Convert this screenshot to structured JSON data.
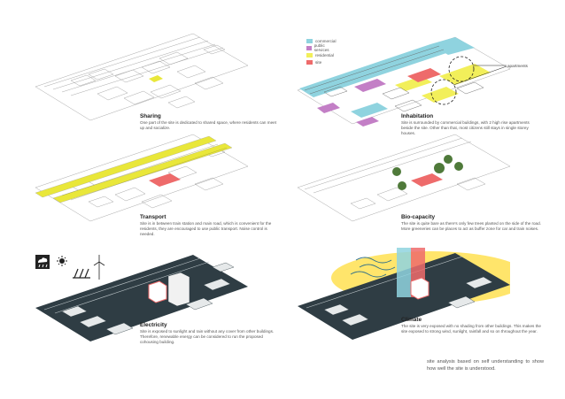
{
  "panels": [
    {
      "id": "sharing",
      "title": "Sharing",
      "text": "One part of the site is dedicated to shared space, where residents can meet up and socialize."
    },
    {
      "id": "inhabitation",
      "title": "Inhabitation",
      "text": "Site is surrounded by commercial buildings, with 2 high rise apartments beside the site. Other than that, most citizens still stays in single storey houses."
    },
    {
      "id": "transport",
      "title": "Transport",
      "text": "Site is in between train station and main road, which is convenient for the residents, they are encouraged to use public transport. Noise control is needed."
    },
    {
      "id": "bio",
      "title": "Bio-capacity",
      "text": "The site is quite bare as there's only few trees planted on the side of the road. More greeneries can be places to act as buffer zone for car and train noises."
    },
    {
      "id": "electricity",
      "title": "Electricity",
      "text": "Site is exposed to sunlight and rain without any cover from other buildings. Therefore, renewable energy can be considered to run the proposed cohousing building."
    },
    {
      "id": "climate",
      "title": "Climate",
      "text": "The site is very exposed with no shading from other buildings. This makes the site exposed to strong wind, sunlight, rainfall and so on throughout the year."
    }
  ],
  "legend": [
    {
      "label": "commercial",
      "color": "#8fd3df"
    },
    {
      "label": "public services",
      "color": "#c37fc6"
    },
    {
      "label": "residential",
      "color": "#f2ef5a"
    },
    {
      "label": "site",
      "color": "#ee6b6b"
    }
  ],
  "annotation": "apartments",
  "footnote": "site analysis based on self understanding to show how well the site is understood.",
  "colors": {
    "line": "#9a9a9a",
    "dark": "#2f3d44",
    "yellow": "#e9e73a",
    "site": "#ee6b6b",
    "commercial": "#8fd3df",
    "public": "#c37fc6",
    "tree": "#4f7a3a",
    "sky": "#ffe56b"
  },
  "icons": [
    "rain-cloud-icon",
    "sun-icon",
    "solar-panels-icon",
    "wind-turbine-icon"
  ]
}
